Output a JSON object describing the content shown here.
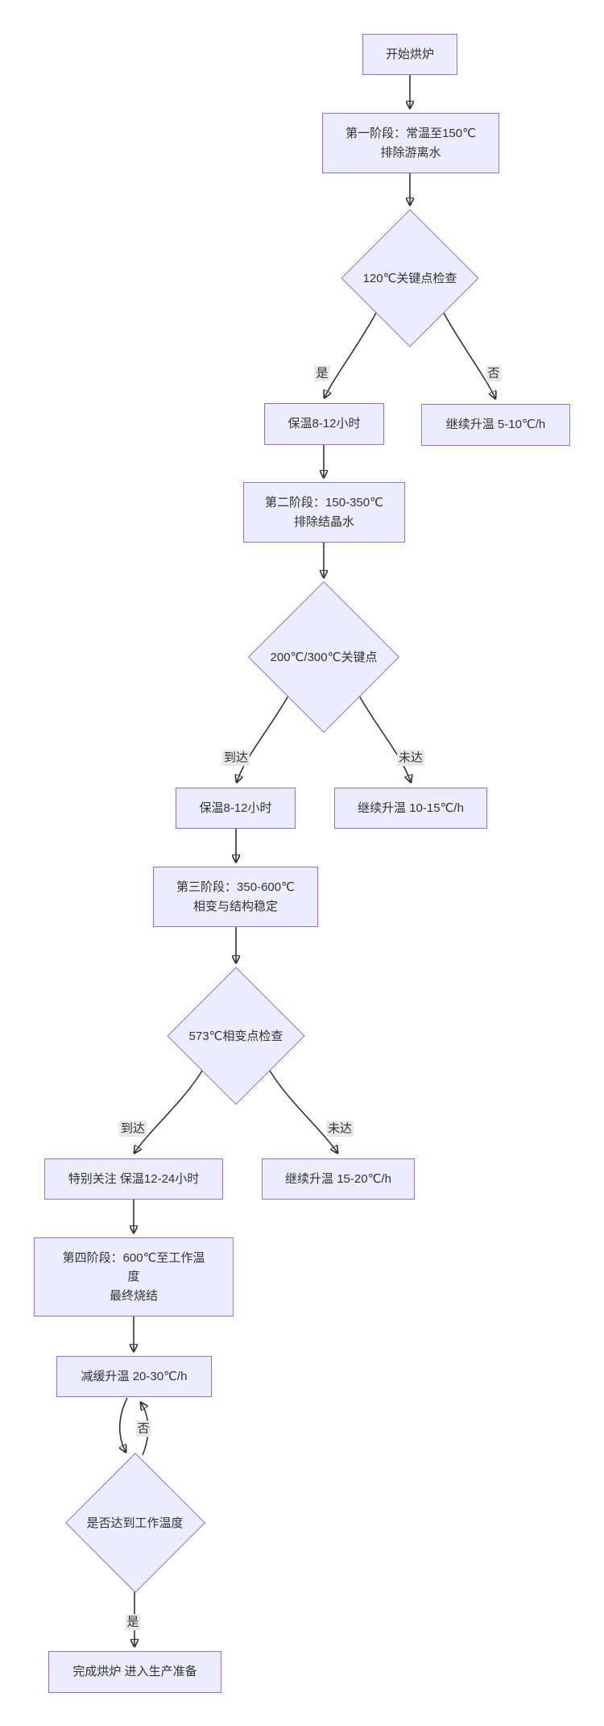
{
  "diagram": {
    "type": "flowchart",
    "language": "zh",
    "colors": {
      "node_fill": "#ECECFF",
      "node_border": "#9370DB",
      "edge_line": "#333333",
      "edge_label_bg": "#e8e8e8",
      "text": "#333333",
      "background": "#ffffff"
    },
    "nodes": {
      "start": {
        "label": "开始烘炉"
      },
      "stage1": {
        "label": "第一阶段：常温至150℃\n排除游离水"
      },
      "check120": {
        "label": "120℃关键点检查"
      },
      "hold1": {
        "label": "保温8-12小时"
      },
      "continue1": {
        "label": "继续升温 5-10℃/h"
      },
      "stage2": {
        "label": "第二阶段：150-350℃\n排除结晶水"
      },
      "check200_300": {
        "label": "200℃/300℃关键点"
      },
      "hold2": {
        "label": "保温8-12小时"
      },
      "continue2": {
        "label": "继续升温 10-15℃/h"
      },
      "stage3": {
        "label": "第三阶段：350-600℃\n相变与结构稳定"
      },
      "check573": {
        "label": "573℃相变点检查"
      },
      "hold3": {
        "label": "特别关注 保温12-24小时"
      },
      "continue3": {
        "label": "继续升温 15-20℃/h"
      },
      "stage4": {
        "label": "第四阶段：600℃至工作温\n度\n最终烧结"
      },
      "slow_heat": {
        "label": "减缓升温 20-30℃/h"
      },
      "check_work_temp": {
        "label": "是否达到工作温度"
      },
      "finish": {
        "label": "完成烘炉 进入生产准备"
      }
    },
    "edge_labels": {
      "e120_yes": "是",
      "e120_no": "否",
      "e200_reached": "到达",
      "e200_not_reached": "未达",
      "e573_reached": "到达",
      "e573_not_reached": "未达",
      "work_no": "否",
      "work_yes": "是"
    }
  }
}
